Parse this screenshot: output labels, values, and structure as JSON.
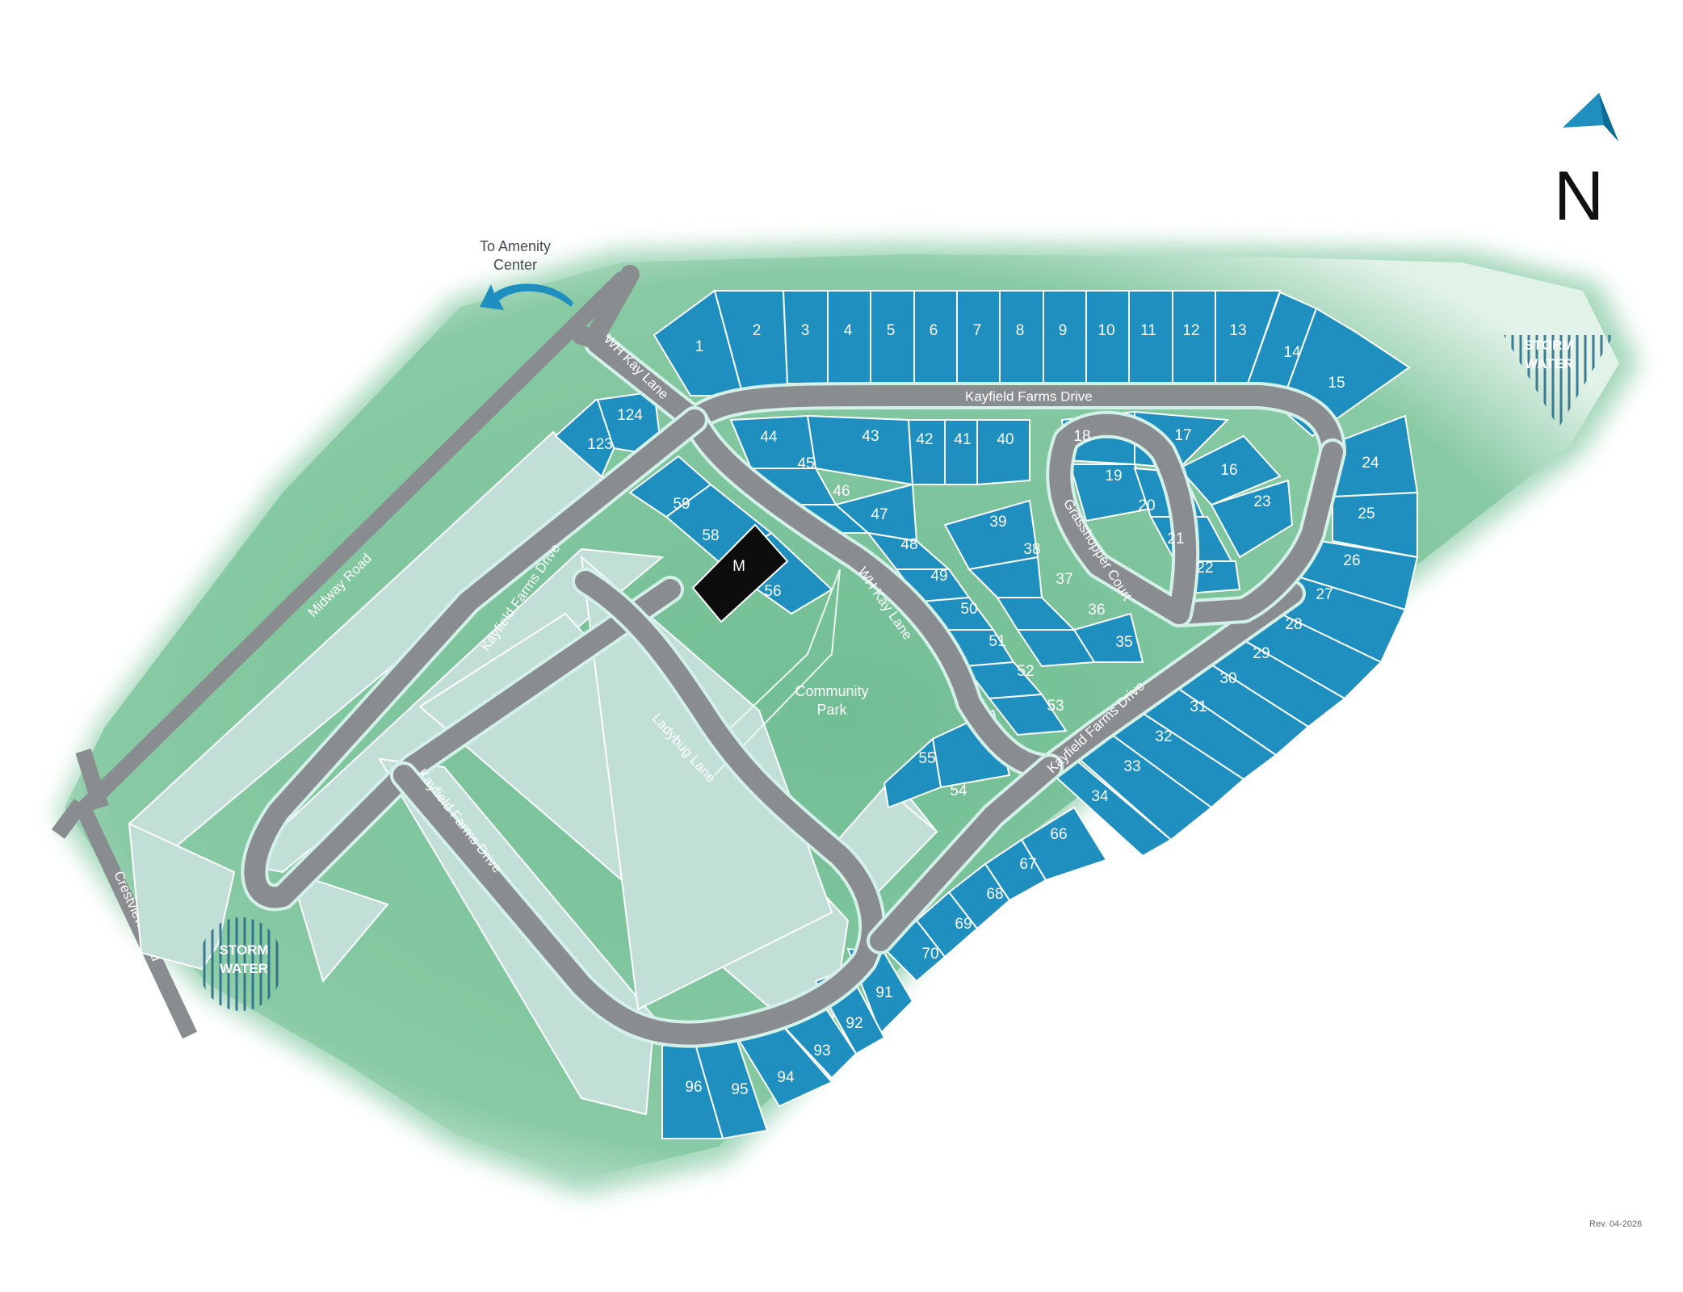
{
  "compass": {
    "label": "N",
    "icon": "north-arrow-icon"
  },
  "amenity": {
    "line1": "To Amenity",
    "line2": "Center",
    "icon": "curved-arrow-icon"
  },
  "storm_water": {
    "line1": "STORM",
    "line2": "WATER"
  },
  "park": {
    "line1": "Community",
    "line2": "Park"
  },
  "roads": {
    "kayfield_farms_drive": "Kayfield Farms Drive",
    "wh_kay_lane": "WH Kay Lane",
    "grasshopper_court": "Grasshopper Court",
    "ladybug_lane": "Ladybug Lane",
    "midway_road": "Midway Road",
    "crestview_road": "Crestview Road"
  },
  "model_lot_label": "M",
  "revision": "Rev. 04-2026",
  "colors": {
    "available_lot": "#1e8fbe",
    "sold_lot": "#c1dfd7",
    "model_home": "#0d0d0d",
    "land": "#7cc39b",
    "road": "#8a8d8f",
    "accent_arrow": "#1e8fbe"
  },
  "lots": {
    "north_row": [
      "1",
      "2",
      "3",
      "4",
      "5",
      "6",
      "7",
      "8",
      "9",
      "10",
      "11",
      "12",
      "13",
      "14",
      "15"
    ],
    "east_row": [
      "24",
      "25",
      "26",
      "27",
      "28",
      "29",
      "30",
      "31",
      "32",
      "33",
      "34"
    ],
    "court": [
      "16",
      "17",
      "18",
      "19",
      "20",
      "21",
      "22",
      "23"
    ],
    "interior": [
      "35",
      "36",
      "37",
      "38",
      "39",
      "40",
      "41",
      "42",
      "43",
      "44",
      "45",
      "46",
      "47",
      "48",
      "49",
      "50",
      "51",
      "52",
      "53"
    ],
    "park_edge": [
      "54",
      "55",
      "56",
      "58",
      "59"
    ],
    "south_east": [
      "66",
      "67",
      "68",
      "69",
      "70"
    ],
    "south": [
      "91",
      "92",
      "93",
      "94",
      "95",
      "96"
    ],
    "west": [
      "123",
      "124"
    ]
  }
}
